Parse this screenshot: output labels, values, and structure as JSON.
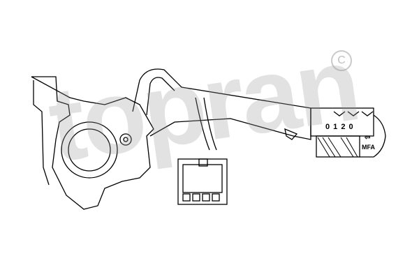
{
  "watermark": {
    "text": "topran",
    "copyright_symbol": "C"
  },
  "part_labels": {
    "position_code": "0 1 2 0",
    "mfa": "MFA",
    "arrow": "⇦"
  },
  "colors": {
    "line": "#000000",
    "watermark": "#969696"
  }
}
